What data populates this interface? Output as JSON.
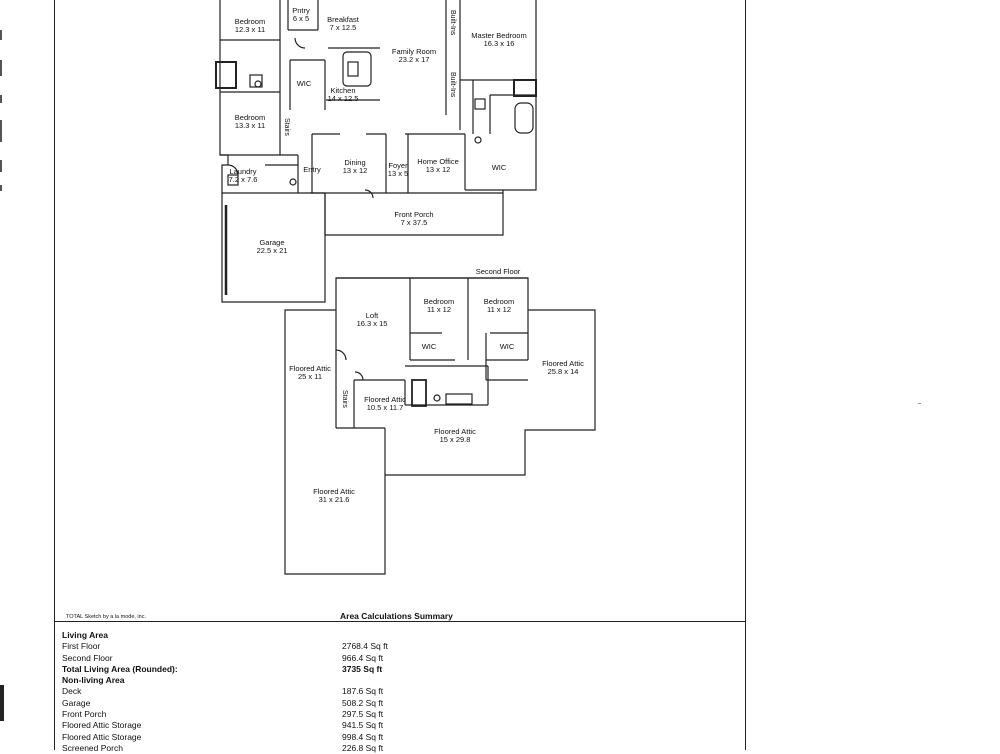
{
  "floorplan": {
    "second_floor_label": "Second Floor",
    "rooms": [
      {
        "id": "bedroom-1",
        "name": "Bedroom",
        "dims": "12.3 x 11"
      },
      {
        "id": "pntry",
        "name": "Pntry",
        "dims": "6 x 5"
      },
      {
        "id": "breakfast",
        "name": "Breakfast",
        "dims": "7 x 12.5"
      },
      {
        "id": "family-room",
        "name": "Family Room",
        "dims": "23.2 x 17"
      },
      {
        "id": "master-bedroom",
        "name": "Master Bedroom",
        "dims": "16.3 x 16"
      },
      {
        "id": "wic-1",
        "name": "WIC",
        "dims": ""
      },
      {
        "id": "kitchen",
        "name": "Kitchen",
        "dims": "14 x 12.5"
      },
      {
        "id": "bedroom-2",
        "name": "Bedroom",
        "dims": "13.3 x 11"
      },
      {
        "id": "dining",
        "name": "Dining",
        "dims": "13 x 12"
      },
      {
        "id": "foyer",
        "name": "Foyer",
        "dims": "13 x 5"
      },
      {
        "id": "home-office",
        "name": "Home Office",
        "dims": "13 x 12"
      },
      {
        "id": "wic-master",
        "name": "WIC",
        "dims": ""
      },
      {
        "id": "laundry",
        "name": "Laundry",
        "dims": "7.2 x 7.6"
      },
      {
        "id": "entry",
        "name": "Entry",
        "dims": ""
      },
      {
        "id": "front-porch",
        "name": "Front Porch",
        "dims": "7 x 37.5"
      },
      {
        "id": "garage",
        "name": "Garage",
        "dims": "22.5 x 21"
      },
      {
        "id": "loft",
        "name": "Loft",
        "dims": "16.3 x 15"
      },
      {
        "id": "bedroom-3",
        "name": "Bedroom",
        "dims": "11 x 12"
      },
      {
        "id": "bedroom-4",
        "name": "Bedroom",
        "dims": "11 x 12"
      },
      {
        "id": "wic-2",
        "name": "WIC",
        "dims": ""
      },
      {
        "id": "wic-3",
        "name": "WIC",
        "dims": ""
      },
      {
        "id": "floored-attic-1",
        "name": "Floored Attic",
        "dims": "25 x 11"
      },
      {
        "id": "floored-attic-2",
        "name": "Floored Attic",
        "dims": "25.8 x 14"
      },
      {
        "id": "floored-attic-3",
        "name": "Floored Attic",
        "dims": "10.5 x 11.7"
      },
      {
        "id": "floored-attic-4",
        "name": "Floored Attic",
        "dims": "15 x 29.8"
      },
      {
        "id": "floored-attic-5",
        "name": "Floored Attic",
        "dims": "31 x 21.6"
      }
    ],
    "wall_labels": {
      "built_ins_1": "Built-Ins",
      "built_ins_2": "Built-Ins",
      "stairs_1": "Stairs",
      "stairs_2": "Stairs"
    }
  },
  "footer": {
    "software": "TOTAL Sketch by a la mode, inc.",
    "summary_title": "Area Calculations Summary"
  },
  "summary": {
    "living_area_heading": "Living Area",
    "first_floor": {
      "label": "First Floor",
      "value": "2768.4 Sq ft"
    },
    "second_floor": {
      "label": "Second Floor",
      "value": "966.4 Sq ft"
    },
    "total_living": {
      "label": "Total Living Area (Rounded):",
      "value": "3735 Sq ft"
    },
    "non_living_heading": "Non-living Area",
    "deck": {
      "label": "Deck",
      "value": "187.6 Sq ft"
    },
    "garage": {
      "label": "Garage",
      "value": "508.2 Sq ft"
    },
    "front_porch": {
      "label": "Front Porch",
      "value": "297.5 Sq ft"
    },
    "attic_storage_1": {
      "label": "Floored Attic Storage",
      "value": "941.5 Sq ft"
    },
    "attic_storage_2": {
      "label": "Floored Attic Storage",
      "value": "998.4 Sq ft"
    },
    "screened_porch": {
      "label": "Screened Porch",
      "value": "226.8 Sq ft"
    }
  }
}
